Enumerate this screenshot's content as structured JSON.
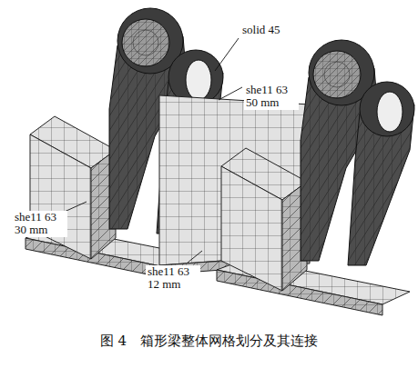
{
  "diagram": {
    "caption": "图 4　箱形梁整体网格划分及其连接",
    "labels": [
      "solid 45",
      "she11 63 50 mm",
      "she11 63 30 mm",
      "she11 63 12 mm"
    ]
  }
}
